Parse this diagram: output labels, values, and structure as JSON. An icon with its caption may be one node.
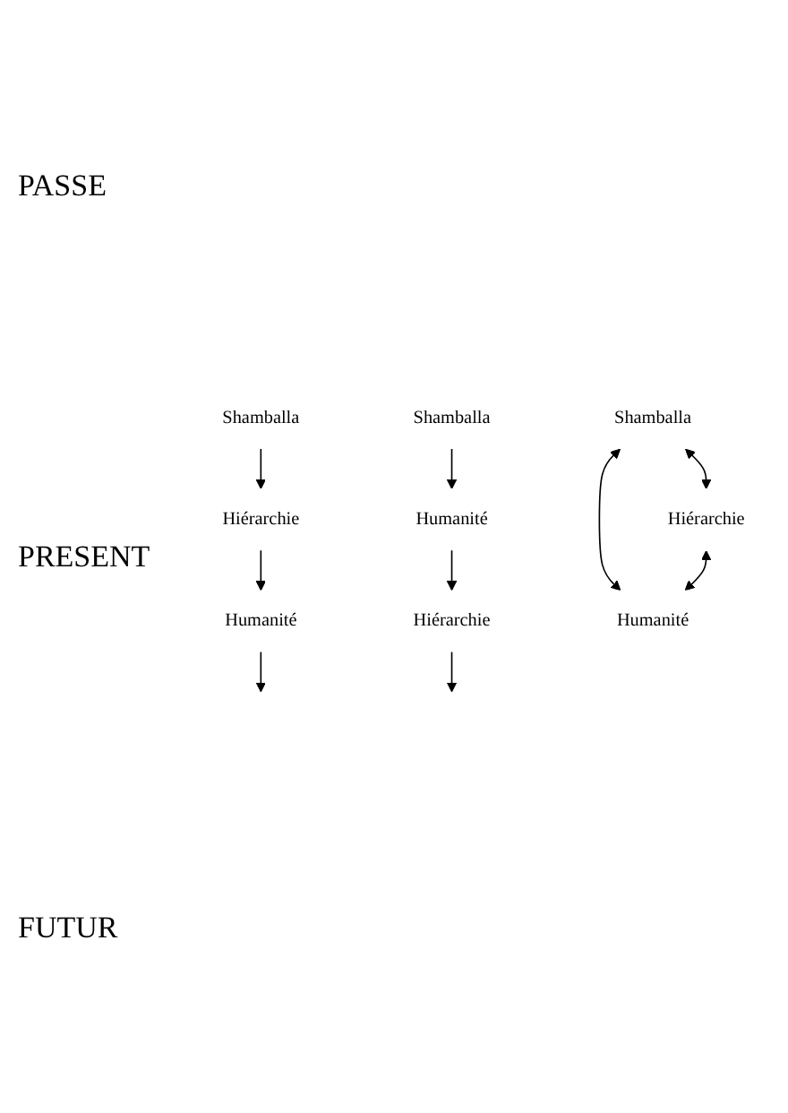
{
  "diagram": {
    "nodes": [
      {
        "text": [
          "Shamballa"
        ]
      },
      {
        "text": [
          "Hiérarchie"
        ]
      },
      {
        "text": [
          "Humanité"
        ]
      },
      {
        "text": [
          "Shamballa"
        ]
      },
      {
        "text": [
          "Hiérarchie"
        ]
      },
      {
        "text": [
          "Humanité"
        ]
      },
      {
        "text": [
          "Shamballa"
        ]
      },
      {
        "text": [
          "Hiérarchie"
        ]
      },
      {
        "text": [
          "Humanité"
        ]
      }
    ],
    "edges": [
      {
        "from": 0,
        "to": 1,
        "arrow": "to"
      },
      {
        "from": 1,
        "to": 2,
        "arrow": "to"
      },
      {
        "from": 2,
        "to": null,
        "arrow": "to"
      },
      {
        "from": 3,
        "to": 5,
        "arrow": "to"
      },
      {
        "from": 5,
        "to": 4,
        "arrow": "to"
      },
      {
        "from": 4,
        "to": null,
        "arrow": "to"
      },
      {
        "from": 6,
        "to": 7,
        "arrow": "both"
      },
      {
        "from": 6,
        "to": 8,
        "arrow": "both"
      },
      {
        "from": 7,
        "to": 8,
        "arrow": "both"
      }
    ],
    "labels": [
      "PASSE",
      "PRESENT",
      "FUTUR"
    ]
  }
}
